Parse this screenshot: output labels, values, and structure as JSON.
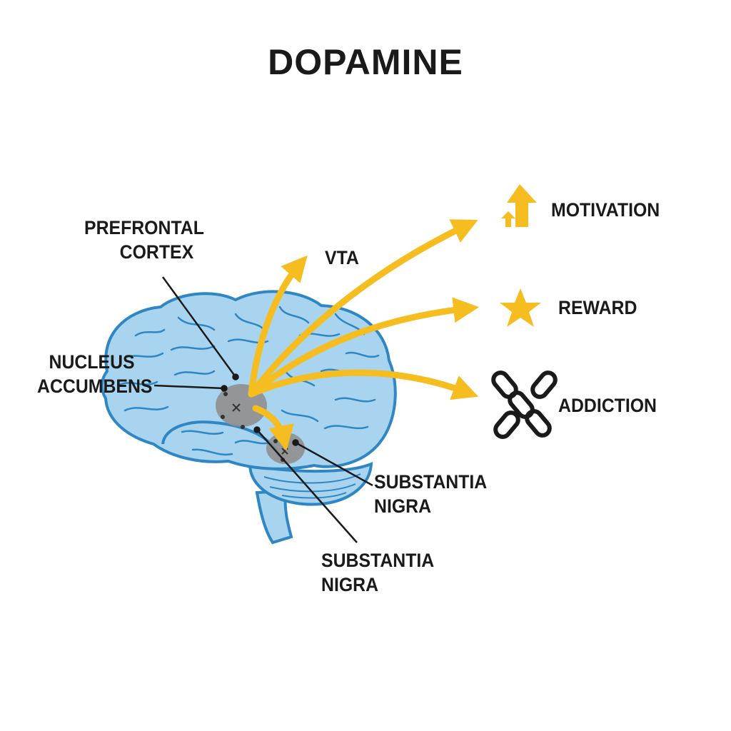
{
  "title": "DOPAMINE",
  "labels": {
    "prefrontal_cortex": [
      "PREFRONTAL",
      "CORTEX"
    ],
    "vta": "VTA",
    "nucleus_accumbens": [
      "NUCLEUS",
      "ACCUMBENS"
    ],
    "substantia_nigra_right": [
      "SUBSTANTIA",
      "NIGRA"
    ],
    "substantia_nigra_bottom": [
      "SUBSTANTIA",
      "NIGRA"
    ]
  },
  "effects": [
    {
      "label": "MOTIVATION",
      "icon": "up-arrows-icon"
    },
    {
      "label": "REWARD",
      "icon": "star-icon"
    },
    {
      "label": "ADDICTION",
      "icon": "broken-chain-icon"
    }
  ],
  "colors": {
    "brain_fill": "#a8d4ef",
    "brain_stroke": "#2f86c2",
    "pathway_arrow": "#f5bd1f",
    "nucleus_gray": "#8f8f8f",
    "text": "#1a1a1a"
  }
}
